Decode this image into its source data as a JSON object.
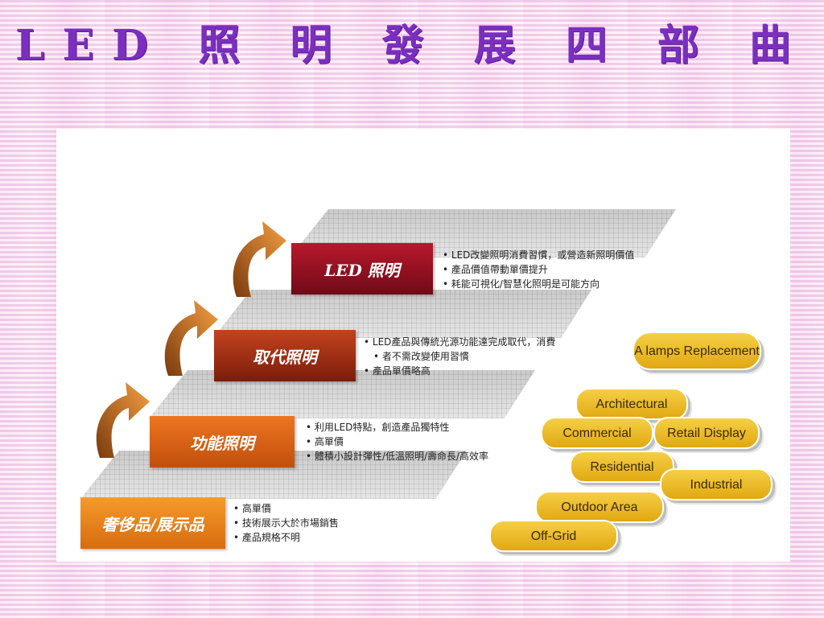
{
  "slide": {
    "title": "LED 照 明 發 展 四 部 曲"
  },
  "stages": [
    {
      "label": "奢侈品/展示品",
      "bullets": [
        "高單價",
        "技術展示大於市場銷售",
        "產品規格不明"
      ]
    },
    {
      "label": "功能照明",
      "bullets": [
        "利用LED特點，創造產品獨特性",
        "高單價",
        "體積小設計彈性/低溫照明/壽命長/高效率"
      ]
    },
    {
      "label": "取代照明",
      "bullets": [
        "LED產品與傳統光源功能達完成取代，消費",
        "者不需改變使用習慣",
        "產品單價略高"
      ]
    },
    {
      "label": "LED 照明",
      "bullets": [
        "LED改變照明消費習慣，或營造新照明價值",
        "產品價值帶動單價提升",
        "耗能可視化/智慧化照明是可能方向"
      ]
    }
  ],
  "applications": [
    "A lamps Replacement",
    "Architectural",
    "Commercial",
    "Retail Display",
    "Residential",
    "Industrial",
    "Outdoor Area",
    "Off-Grid"
  ],
  "colors": {
    "title": "#7a2fbf",
    "pill": "#f0bd2a",
    "arrow": "#e8821e"
  }
}
